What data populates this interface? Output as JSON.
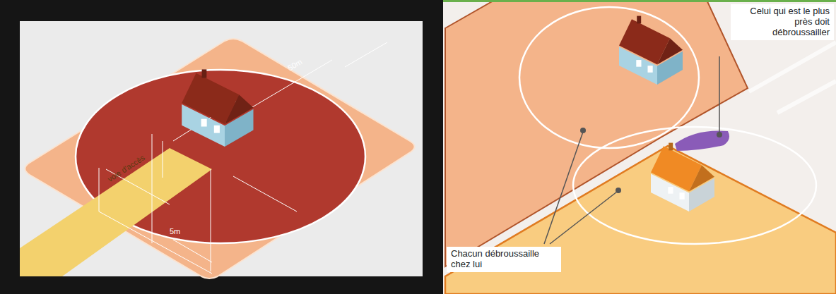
{
  "diagram": {
    "labels": [
      "50m",
      "voie d'accès",
      "5m",
      "Celui qui est le plus près doit débroussailler",
      "Chacun débroussaille chez lui"
    ]
  }
}
